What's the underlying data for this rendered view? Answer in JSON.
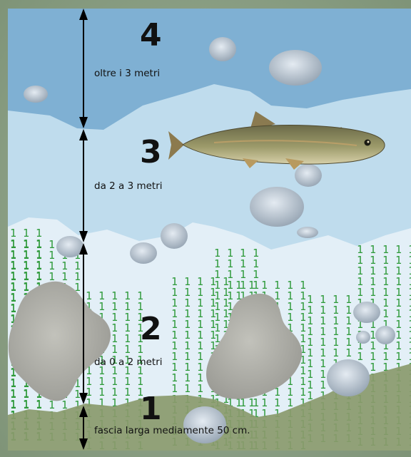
{
  "zones": [
    {
      "number": "4",
      "description": "oltre i 3 metri"
    },
    {
      "number": "3",
      "description": "da 2 a 3 metri"
    },
    {
      "number": "2",
      "description": "da 0 a 2 metri"
    },
    {
      "number": "1",
      "description": "fascia larga mediamente 50 cm."
    }
  ],
  "plant_glyph": "1",
  "colors": {
    "deep_water": "#7fb0d3",
    "mid_water": "#bfdced",
    "shallow_water": "#e3eff7",
    "sediment": "#8a9a6c",
    "plants": "#2e9a3a",
    "rocks": "#a8a8a3",
    "bubbles": "#b7c4d0",
    "outer_background": "#8fa58a"
  },
  "icons": [
    "fish-illustration",
    "double-arrow-icon",
    "rock-icon",
    "bubble-icon",
    "aquatic-plant-icon"
  ]
}
